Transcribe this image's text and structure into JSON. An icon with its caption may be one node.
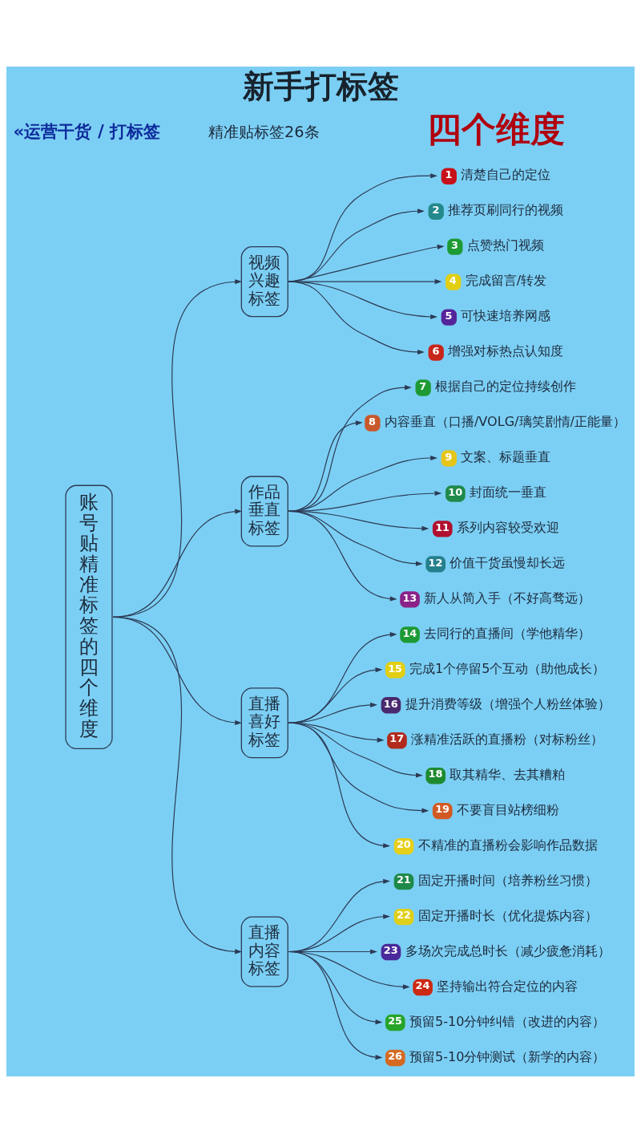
{
  "diagram": {
    "title": "新手打标签",
    "nodes": [
      {
        "text": [
          "账号贴精准标签的四个维度"
        ]
      },
      {
        "text": [
          "视频兴趣标签"
        ]
      },
      {
        "text": [
          "1",
          "清楚自己的定位"
        ]
      },
      {
        "text": [
          "2",
          "推荐页刷同行的视频"
        ]
      },
      {
        "text": [
          "3",
          "点赞热门视频"
        ]
      },
      {
        "text": [
          "4",
          "完成留言/转发"
        ]
      },
      {
        "text": [
          "5",
          "可快速培养网感"
        ]
      },
      {
        "text": [
          "6",
          "增强对标热点认知度"
        ]
      },
      {
        "text": [
          "作品垂直标签"
        ]
      },
      {
        "text": [
          "7",
          "根据自己的定位持续创作"
        ]
      },
      {
        "text": [
          "8",
          "内容垂直（口播/VOLG/璃笑剧情/正能量）"
        ]
      },
      {
        "text": [
          "9",
          "文案、标题垂直"
        ]
      },
      {
        "text": [
          "10",
          "封面统一垂直"
        ]
      },
      {
        "text": [
          "11",
          "系列内容较受欢迎"
        ]
      },
      {
        "text": [
          "12",
          "价值干货虽慢却长远"
        ]
      },
      {
        "text": [
          "13",
          "新人从简入手（不好高骛远）"
        ]
      },
      {
        "text": [
          "直播喜好标签"
        ]
      },
      {
        "text": [
          "14",
          "去同行的直播间（学他精华）"
        ]
      },
      {
        "text": [
          "15",
          "完成1个停留5个互动（助他成长）"
        ]
      },
      {
        "text": [
          "16",
          "提升消费等级（增强个人粉丝体验）"
        ]
      },
      {
        "text": [
          "17",
          "涨精准活跃的直播粉（对标粉丝）"
        ]
      },
      {
        "text": [
          "18",
          "取其精华、去其糟粕"
        ]
      },
      {
        "text": [
          "19",
          "不要盲目站榜细粉"
        ]
      },
      {
        "text": [
          "20",
          "不精准的直播粉会影响作品数据"
        ]
      },
      {
        "text": [
          "直播内容标签"
        ]
      },
      {
        "text": [
          "21",
          "固定开播时间（培养粉丝习惯）"
        ]
      },
      {
        "text": [
          "22",
          "固定开播时长（优化提炼内容）"
        ]
      },
      {
        "text": [
          "23",
          "多场次完成总时长（减少疲惫消耗）"
        ]
      },
      {
        "text": [
          "24",
          "坚持输出符合定位的内容"
        ]
      },
      {
        "text": [
          "25",
          "预留5-10分钟纠错（改进的内容）"
        ]
      },
      {
        "text": [
          "26",
          "预留5-10分钟测试（新学的内容）"
        ]
      }
    ],
    "edges": [
      {
        "from": 0,
        "to": 1,
        "arrow": "to"
      },
      {
        "from": 0,
        "to": 8,
        "arrow": "to"
      },
      {
        "from": 0,
        "to": 16,
        "arrow": "to"
      },
      {
        "from": 0,
        "to": 24,
        "arrow": "to"
      },
      {
        "from": 1,
        "to": 2,
        "arrow": "to"
      },
      {
        "from": 1,
        "to": 3,
        "arrow": "to"
      },
      {
        "from": 1,
        "to": 4,
        "arrow": "to"
      },
      {
        "from": 1,
        "to": 5,
        "arrow": "to"
      },
      {
        "from": 1,
        "to": 6,
        "arrow": "to"
      },
      {
        "from": 1,
        "to": 7,
        "arrow": "to"
      },
      {
        "from": 8,
        "to": 9,
        "arrow": "to"
      },
      {
        "from": 8,
        "to": 10,
        "arrow": "to"
      },
      {
        "from": 8,
        "to": 11,
        "arrow": "to"
      },
      {
        "from": 8,
        "to": 12,
        "arrow": "to"
      },
      {
        "from": 8,
        "to": 13,
        "arrow": "to"
      },
      {
        "from": 8,
        "to": 14,
        "arrow": "to"
      },
      {
        "from": 8,
        "to": 15,
        "arrow": "to"
      },
      {
        "from": 16,
        "to": 17,
        "arrow": "to"
      },
      {
        "from": 16,
        "to": 18,
        "arrow": "to"
      },
      {
        "from": 16,
        "to": 19,
        "arrow": "to"
      },
      {
        "from": 16,
        "to": 20,
        "arrow": "to"
      },
      {
        "from": 16,
        "to": 21,
        "arrow": "to"
      },
      {
        "from": 16,
        "to": 22,
        "arrow": "to"
      },
      {
        "from": 16,
        "to": 23,
        "arrow": "to"
      },
      {
        "from": 24,
        "to": 25,
        "arrow": "to"
      },
      {
        "from": 24,
        "to": 26,
        "arrow": "to"
      },
      {
        "from": 24,
        "to": 27,
        "arrow": "to"
      },
      {
        "from": 24,
        "to": 28,
        "arrow": "to"
      },
      {
        "from": 24,
        "to": 29,
        "arrow": "to"
      },
      {
        "from": 24,
        "to": 30,
        "arrow": "to"
      }
    ],
    "labels": [
      "«运营干货 / 打标签",
      "四个维度",
      "精准贴标签26条"
    ]
  }
}
